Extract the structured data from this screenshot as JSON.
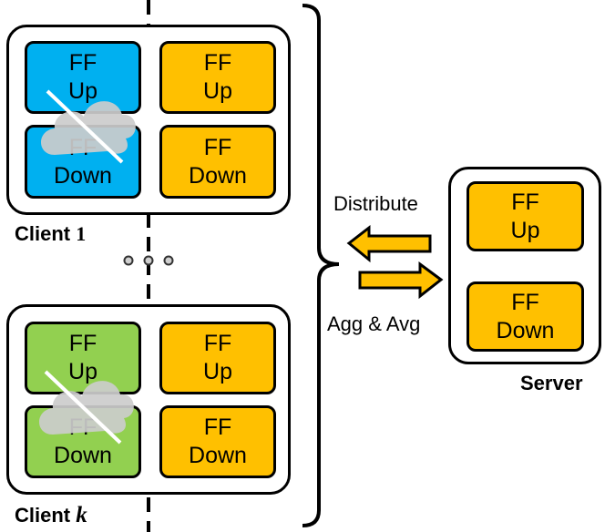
{
  "clients": [
    {
      "label_prefix": "Client ",
      "label_index": "1",
      "local_up": [
        "FF",
        "Up"
      ],
      "local_down": [
        "FF",
        "Down"
      ],
      "shared_up": [
        "FF",
        "Up"
      ],
      "shared_down": [
        "FF",
        "Down"
      ],
      "local_color": "#00b0f0"
    },
    {
      "label_prefix": "Client ",
      "label_index": "k",
      "local_up": [
        "FF",
        "Up"
      ],
      "local_down": [
        "FF",
        "Down"
      ],
      "shared_up": [
        "FF",
        "Up"
      ],
      "shared_down": [
        "FF",
        "Down"
      ],
      "local_color": "#92d050"
    }
  ],
  "server": {
    "label": "Server",
    "up": [
      "FF",
      "Up"
    ],
    "down": [
      "FF",
      "Down"
    ]
  },
  "arrows": {
    "distribute": "Distribute",
    "aggregate": "Agg & Avg"
  },
  "colors": {
    "shared": "#ffc000",
    "cloud": "#cccccc",
    "outline": "#000000"
  },
  "icons": [
    "cloud-icon",
    "ellipsis-dots-icon",
    "arrow-left-icon",
    "arrow-right-icon",
    "brace-icon"
  ]
}
